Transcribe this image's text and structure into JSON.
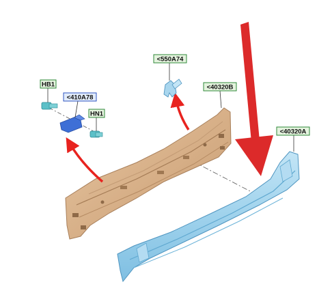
{
  "colors": {
    "background": "#ffffff",
    "inner_panel": "#d8b48e",
    "inner_panel_dark": "#b98d64",
    "outer_beam": "#9fd2ec",
    "outer_beam_dark": "#5fa8d0",
    "bracket": "#3e6fd6",
    "fastener": "#5cc0c8",
    "arrow_small": "#e8231f",
    "arrow_big": "#dc2a2a",
    "label_green_fill": "#e4f3de",
    "label_green_border": "#2f8a3a",
    "label_blue_fill": "#e2ecfb",
    "label_blue_border": "#2f55c2",
    "leader": "#333333",
    "label_text": "#111111"
  },
  "labels": {
    "hb1": "HB1",
    "bracket": "<410A78",
    "hn1": "HN1",
    "clip": "<550A74",
    "inner_reinforcement": "<40320B",
    "outer_reinforcement": "<40320A"
  },
  "parts": {
    "bolt": "bolt-icon",
    "nut": "nut-icon",
    "bracket": "bracket-icon",
    "clip": "clip-icon",
    "inner_reinforcement": "inner-reinforcement-panel",
    "outer_reinforcement": "outer-reinforcement-beam"
  }
}
